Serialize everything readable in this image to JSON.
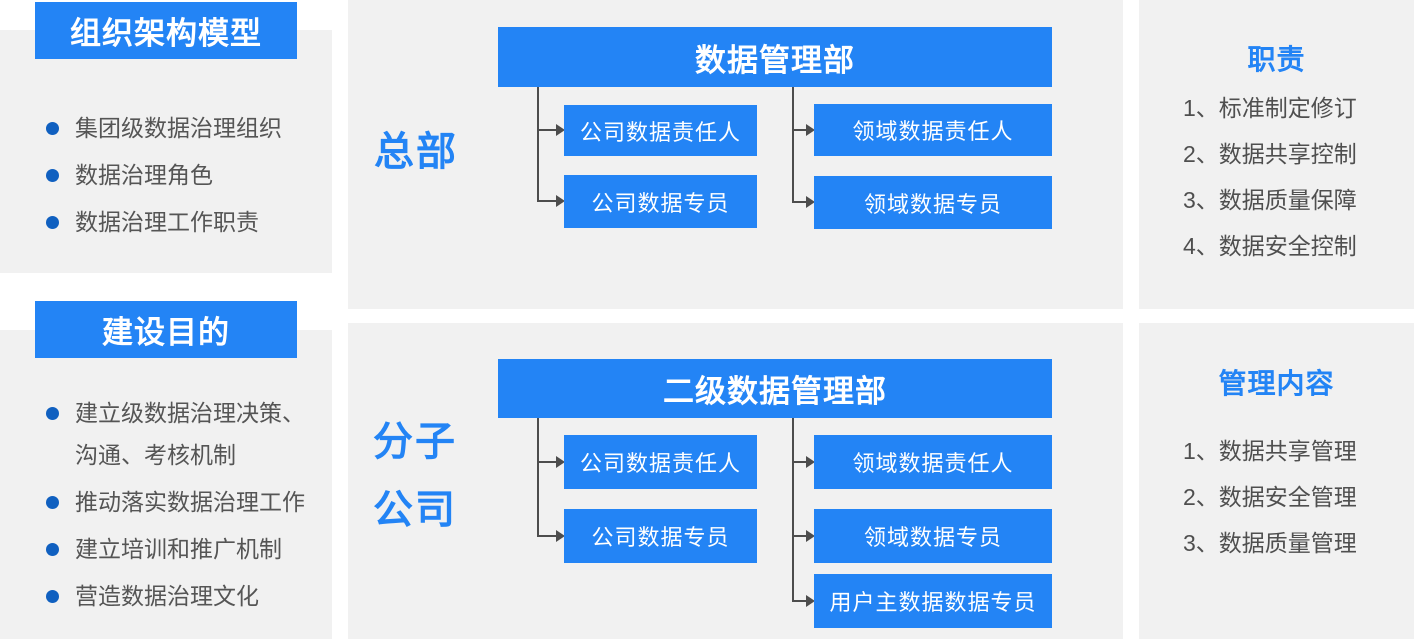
{
  "colors": {
    "accent_blue": "#2384f5",
    "panel_grey": "#f1f1f1",
    "bullet_blue": "#1060c0",
    "text_grey": "#555555",
    "connector_grey": "#4d4d4d"
  },
  "left": {
    "sections": [
      {
        "header": "组织架构模型",
        "items": [
          "集团级数据治理组织",
          "数据治理角色",
          "数据治理工作职责"
        ]
      },
      {
        "header": "建设目的",
        "items": [
          "建立级数据治理决策、\n沟通、考核机制",
          "推动落实数据治理工作",
          "建立培训和推广机制",
          "营造数据治理文化"
        ]
      }
    ]
  },
  "charts": [
    {
      "group_label": "总部",
      "root": "数据管理部",
      "left_children": [
        "公司数据责任人",
        "公司数据专员"
      ],
      "right_children": [
        "领域数据责任人",
        "领域数据专员"
      ]
    },
    {
      "group_label_line1": "分子",
      "group_label_line2": "公司",
      "root": "二级数据管理部",
      "left_children": [
        "公司数据责任人",
        "公司数据专员"
      ],
      "right_children": [
        "领域数据责任人",
        "领域数据专员",
        "用户主数据数据专员"
      ]
    }
  ],
  "right": {
    "sections": [
      {
        "title": "职责",
        "items": [
          "1、标准制定修订",
          "2、数据共享控制",
          "3、数据质量保障",
          "4、数据安全控制"
        ]
      },
      {
        "title": "管理内容",
        "items": [
          "1、数据共享管理",
          "2、数据安全管理",
          "3、数据质量管理"
        ]
      }
    ]
  }
}
